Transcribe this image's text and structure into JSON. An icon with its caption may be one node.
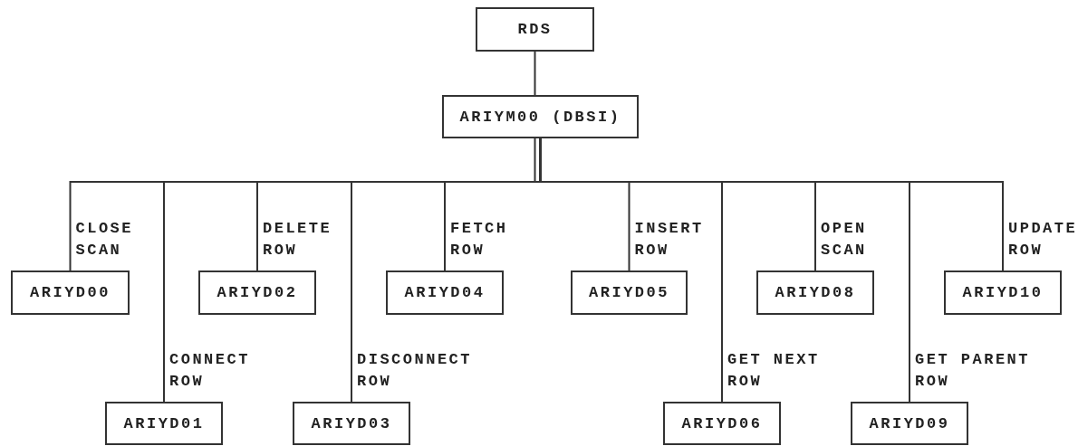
{
  "diagram": {
    "nodes": [
      {
        "text": [
          "RDS"
        ]
      },
      {
        "text": [
          "ARIYM00 (DBSI)"
        ]
      },
      {
        "text": [
          "ARIYD00"
        ]
      },
      {
        "text": [
          "ARIYD01"
        ]
      },
      {
        "text": [
          "ARIYD02"
        ]
      },
      {
        "text": [
          "ARIYD03"
        ]
      },
      {
        "text": [
          "ARIYD04"
        ]
      },
      {
        "text": [
          "ARIYD05"
        ]
      },
      {
        "text": [
          "ARIYD06"
        ]
      },
      {
        "text": [
          "ARIYD08"
        ]
      },
      {
        "text": [
          "ARIYD09"
        ]
      },
      {
        "text": [
          "ARIYD10"
        ]
      }
    ],
    "edges": [
      {
        "from": 0,
        "to": 1,
        "arrow": "none"
      },
      {
        "from": 1,
        "to": 2,
        "arrow": "none",
        "label": "CLOSE SCAN"
      },
      {
        "from": 1,
        "to": 3,
        "arrow": "none",
        "label": "CONNECT ROW"
      },
      {
        "from": 1,
        "to": 4,
        "arrow": "none",
        "label": "DELETE ROW"
      },
      {
        "from": 1,
        "to": 5,
        "arrow": "none",
        "label": "DISCONNECT ROW"
      },
      {
        "from": 1,
        "to": 6,
        "arrow": "none",
        "label": "FETCH ROW"
      },
      {
        "from": 1,
        "to": 7,
        "arrow": "none",
        "label": "INSERT ROW"
      },
      {
        "from": 1,
        "to": 8,
        "arrow": "none",
        "label": "GET NEXT ROW"
      },
      {
        "from": 1,
        "to": 9,
        "arrow": "none",
        "label": "OPEN SCAN"
      },
      {
        "from": 1,
        "to": 10,
        "arrow": "none",
        "label": "GET PARENT ROW"
      },
      {
        "from": 1,
        "to": 11,
        "arrow": "none",
        "label": "UPDATE ROW"
      }
    ]
  }
}
